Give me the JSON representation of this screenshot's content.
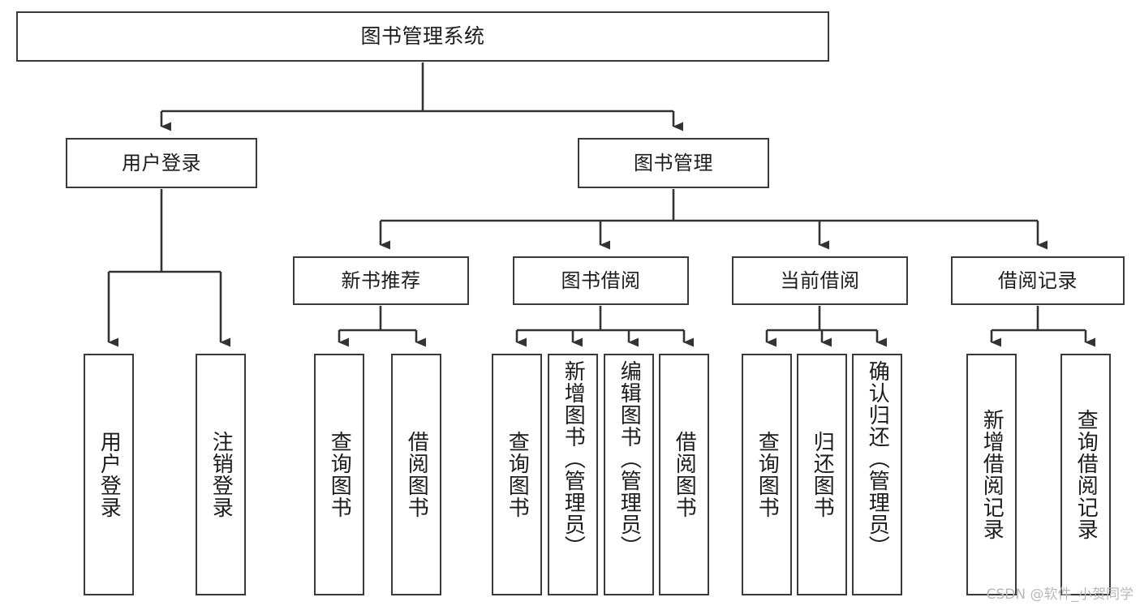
{
  "diagram": {
    "type": "tree",
    "title": "图书管理系统",
    "watermark": "CSDN @软件_小贺同学",
    "colors": {
      "box_border": "#3a3a3a",
      "box_fill": "#ffffff",
      "connector": "#333333",
      "text": "#1c1c1c",
      "watermark": "#b8b8b8"
    }
  },
  "root": {
    "label": "图书管理系统"
  },
  "level2": [
    {
      "label": "用户登录"
    },
    {
      "label": "图书管理"
    }
  ],
  "level3": [
    {
      "label": "新书推荐"
    },
    {
      "label": "图书借阅"
    },
    {
      "label": "当前借阅"
    },
    {
      "label": "借阅记录"
    }
  ],
  "leaves": {
    "user_login": [
      {
        "label": "用户登录"
      },
      {
        "label": "注销登录"
      }
    ],
    "new_book": [
      {
        "label": "查询图书"
      },
      {
        "label": "借阅图书"
      }
    ],
    "book_borrow": [
      {
        "label": "查询图书"
      },
      {
        "label": "新增图书（管理员）"
      },
      {
        "label": "编辑图书（管理员）"
      },
      {
        "label": "借阅图书"
      }
    ],
    "current_borrow": [
      {
        "label": "查询图书"
      },
      {
        "label": "归还图书"
      },
      {
        "label": "确认归还（管理员）"
      }
    ],
    "borrow_record": [
      {
        "label": "新增借阅记录"
      },
      {
        "label": "查询借阅记录"
      }
    ]
  }
}
